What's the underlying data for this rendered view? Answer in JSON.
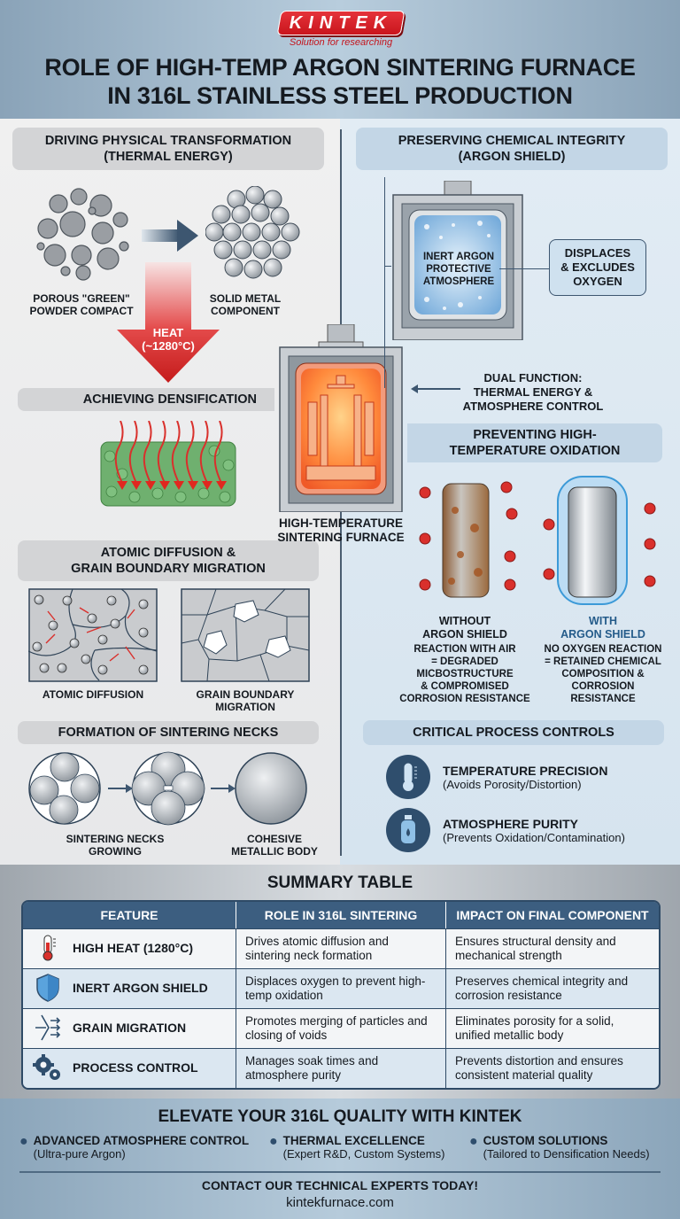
{
  "header": {
    "logo": "KINTEK",
    "tagline": "Solution for researching",
    "title_line1": "ROLE OF HIGH-TEMP ARGON SINTERING FURNACE",
    "title_line2": "IN 316L STAINLESS STEEL PRODUCTION"
  },
  "left": {
    "section1": {
      "line1": "DRIVING PHYSICAL TRANSFORMATION",
      "line2": "(THERMAL ENERGY)"
    },
    "green_compact": {
      "line1": "POROUS \"GREEN\"",
      "line2": "POWDER COMPACT"
    },
    "solid_metal": {
      "line1": "SOLID METAL",
      "line2": "COMPONENT"
    },
    "heat_arrow": {
      "line1": "HEAT",
      "line2": "(~1280°C)"
    },
    "section2": "ACHIEVING DENSIFICATION",
    "section3": {
      "line1": "ATOMIC DIFFUSION &",
      "line2": "GRAIN BOUNDARY MIGRATION"
    },
    "atomic_diffusion": "ATOMIC DIFFUSION",
    "grain_boundary": {
      "line1": "GRAIN BOUNDARY",
      "line2": "MIGRATION"
    },
    "section4": "FORMATION OF SINTERING NECKS",
    "necks_growing": {
      "line1": "SINTERING NECKS",
      "line2": "GROWING"
    },
    "cohesive_body": {
      "line1": "COHESIVE",
      "line2": "METALLIC BODY"
    }
  },
  "center": {
    "furnace_label": {
      "line1": "HIGH-TEMPERATURE",
      "line2": "SINTERING FURNACE"
    },
    "dual_function": {
      "line1": "DUAL FUNCTION:",
      "line2": "THERMAL ENERGY &",
      "line3": "ATMOSPHERE CONTROL"
    }
  },
  "right": {
    "section1": {
      "line1": "PRESERVING CHEMICAL INTEGRITY",
      "line2": "(ARGON SHIELD)"
    },
    "chamber_label": {
      "line1": "INERT ARGON",
      "line2": "PROTECTIVE",
      "line3": "ATMOSPHERE"
    },
    "displaces": {
      "line1": "DISPLACES",
      "line2": "& EXCLUDES",
      "line3": "OXYGEN"
    },
    "section2": {
      "line1": "PREVENTING HIGH-",
      "line2": "TEMPERATURE OXIDATION"
    },
    "without": {
      "title1": "WITHOUT",
      "title2": "ARGON SHIELD",
      "desc": [
        "REACTION WITH AIR",
        "= DEGRADED",
        "MICBOSTRUCTURE",
        "& COMPROMISED",
        "CORROSION RESISTANCE"
      ]
    },
    "with": {
      "title1": "WITH",
      "title2": "ARGON SHIELD",
      "desc": [
        "NO OXYGEN REACTION",
        "= RETAINED CHEMICAL",
        "COMPOSITION &",
        "CORROSION",
        "RESISTANCE"
      ]
    },
    "section3": "CRITICAL PROCESS CONTROLS",
    "controls": [
      {
        "icon": "thermometer-icon",
        "title": "TEMPERATURE PRECISION",
        "sub": "(Avoids Porosity/Distortion)"
      },
      {
        "icon": "gas-cylinder-icon",
        "title": "ATMOSPHERE PURITY",
        "sub": "(Prevents Oxidation/Contamination)"
      }
    ]
  },
  "summary": {
    "title": "SUMMARY TABLE",
    "headers": [
      "FEATURE",
      "ROLE IN 316L SINTERING",
      "IMPACT ON FINAL COMPONENT"
    ],
    "rows": [
      {
        "icon": "thermometer-icon",
        "feature": "HIGH HEAT (1280°C)",
        "role": "Drives atomic diffusion and sintering neck formation",
        "impact": "Ensures structural density and mechanical strength"
      },
      {
        "icon": "shield-icon",
        "feature": "INERT ARGON SHIELD",
        "role": "Displaces oxygen to prevent high-temp oxidation",
        "impact": "Preserves chemical integrity and corrosion resistance"
      },
      {
        "icon": "merge-arrows-icon",
        "feature": "GRAIN MIGRATION",
        "role": "Promotes merging of particles and closing of voids",
        "impact": "Eliminates porosity for a solid, unified metallic body"
      },
      {
        "icon": "gears-icon",
        "feature": "PROCESS CONTROL",
        "role": "Manages soak times and atmosphere purity",
        "impact": "Prevents distortion and ensures consistent material quality"
      }
    ]
  },
  "footer": {
    "title": "ELEVATE YOUR 316L QUALITY WITH KINTEK",
    "bullets": [
      {
        "title": "ADVANCED ATMOSPHERE CONTROL",
        "sub": "(Ultra-pure Argon)"
      },
      {
        "title": "THERMAL EXCELLENCE",
        "sub": "(Expert R&D, Custom Systems)"
      },
      {
        "title": "CUSTOM SOLUTIONS",
        "sub": "(Tailored to Densification Needs)"
      }
    ],
    "cta": "CONTACT OUR TECHNICAL EXPERTS TODAY!",
    "url": "kintekfurnace.com"
  },
  "colors": {
    "brand_red": "#d21f26",
    "navy": "#2f4e6d",
    "header_bg": "#a9bfd0",
    "table_header": "#3c5e80"
  }
}
